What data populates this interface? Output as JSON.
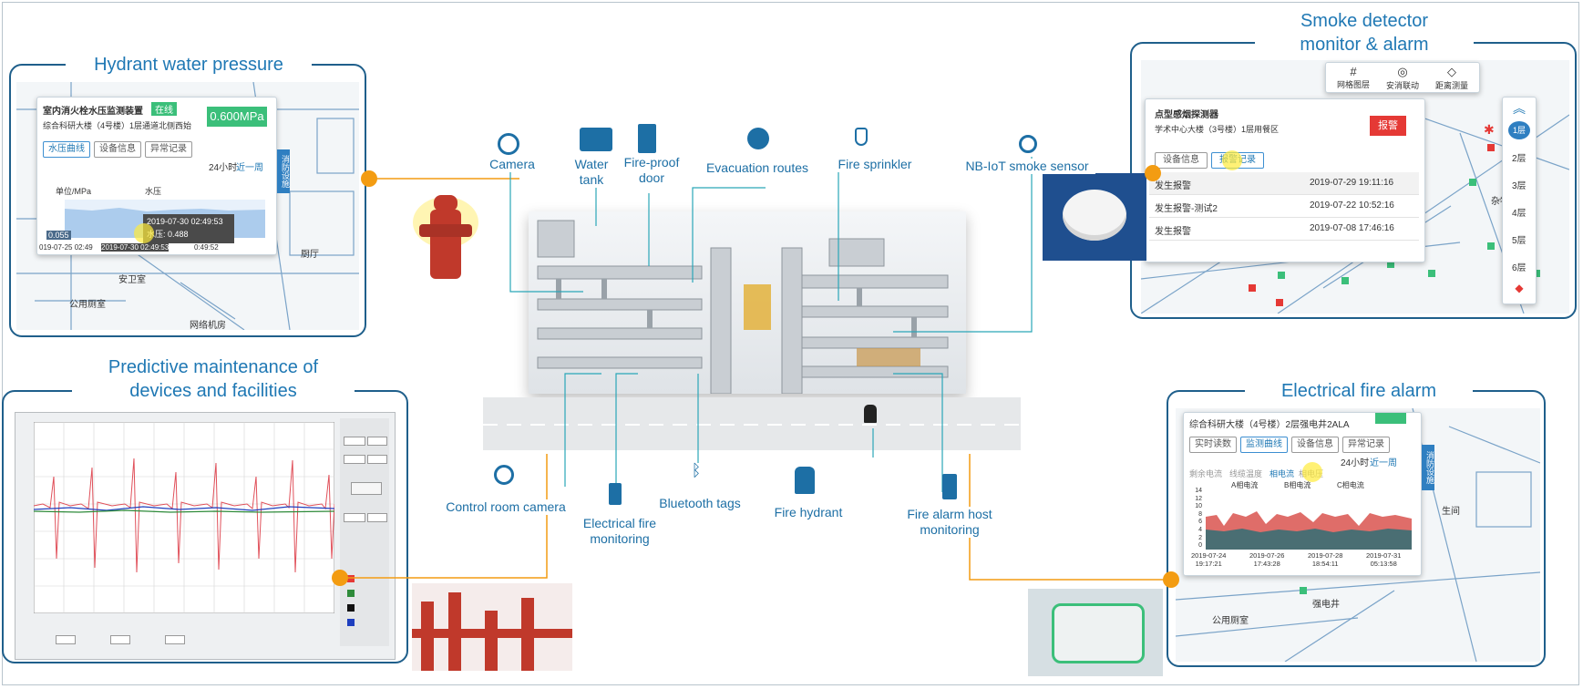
{
  "panels": {
    "hydrant": {
      "title": "Hydrant water pressure",
      "card_title": "室内消火栓水压监测装置",
      "status_badge": "在线",
      "location": "综合科研大楼（4号楼）1层通道北侧西始",
      "pressure_value": "0.600MPa",
      "tabs": [
        "水压曲线",
        "设备信息",
        "异常记录"
      ],
      "range_label": "24小时",
      "range_link": "近一周",
      "unit_label": "单位/MPa",
      "legend_label": "水压",
      "tooltip_time": "2019-07-30 02:49:53",
      "tooltip_value": "水压: 0.488",
      "axis_min": "0.055",
      "axis_start": "019-07-25 02:49",
      "axis_highlight": "2019-07-30 02:49:53",
      "axis_end": "0:49:52",
      "side_tab": "消防设施",
      "room_labels": [
        "厨厅",
        "公用厕室",
        "网络机房",
        "安卫室"
      ]
    },
    "smoke": {
      "title_line1": "Smoke detector",
      "title_line2": "monitor & alarm",
      "toolbar": [
        "网格图层",
        "安消联动",
        "距离测量"
      ],
      "card_title": "点型感烟探测器",
      "location": "学术中心大楼（3号楼）1层用餐区",
      "alarm_button": "报警",
      "tabs": [
        "设备信息",
        "报警记录"
      ],
      "records": [
        {
          "name": "发生报警",
          "time": "2019-07-29 19:11:16"
        },
        {
          "name": "发生报警-测试2",
          "time": "2019-07-22 10:52:16"
        },
        {
          "name": "发生报警",
          "time": "2019-07-08 17:46:16"
        }
      ],
      "floors": [
        "1层",
        "2层",
        "3层",
        "4层",
        "5层",
        "6层"
      ],
      "room_label": "杂物库"
    },
    "predictive": {
      "title_line1": "Predictive maintenance of",
      "title_line2": "devices and facilities"
    },
    "electrical": {
      "title": "Electrical fire alarm",
      "card_title": "综合科研大楼（4号楼）2层强电井2ALA",
      "tabs": [
        "实时读数",
        "监测曲线",
        "设备信息",
        "异常记录"
      ],
      "range_label": "24小时",
      "range_link": "近一周",
      "sub_tabs": [
        "剩余电流",
        "线缆温度",
        "相电流",
        "相电压"
      ],
      "legend": [
        "A相电流",
        "B相电流",
        "C相电流"
      ],
      "y_ticks": [
        "14",
        "12",
        "10",
        "8",
        "6",
        "4",
        "2",
        "0"
      ],
      "x_ticks": [
        {
          "date": "2019-07-24",
          "time": "19:17:21"
        },
        {
          "date": "2019-07-26",
          "time": "17:43:28"
        },
        {
          "date": "2019-07-28",
          "time": "18:54:11"
        },
        {
          "date": "2019-07-31",
          "time": "05:13:58"
        }
      ],
      "side_tab": "消防设施",
      "room_labels": [
        "公用厕室",
        "强电井",
        "生间"
      ]
    }
  },
  "callouts": {
    "camera": "Camera",
    "water_tank_1": "Water",
    "water_tank_2": "tank",
    "fire_door_1": "Fire-proof",
    "fire_door_2": "door",
    "evacuation": "Evacuation routes",
    "sprinkler": "Fire sprinkler",
    "nb_iot": "NB-IoT smoke sensor",
    "control_camera": "Control room camera",
    "electrical_1": "Electrical fire",
    "electrical_2": "monitoring",
    "bluetooth": "Bluetooth tags",
    "hydrant": "Fire hydrant",
    "alarm_host_1": "Fire alarm host",
    "alarm_host_2": "monitoring"
  },
  "colors": {
    "accent": "#1f78b4",
    "connector": "#f39c12",
    "leader": "#2aa6b8",
    "alarm_red": "#e53935",
    "online_green": "#3bbf7a"
  }
}
